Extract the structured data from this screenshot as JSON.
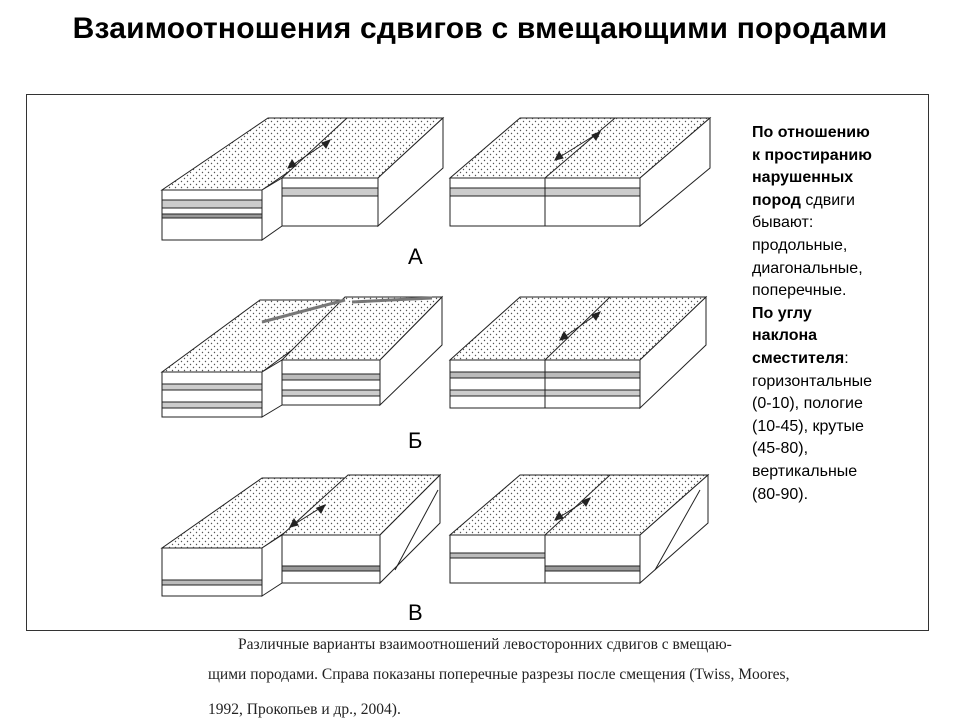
{
  "title": "Взаимоотношения сдвигов с вмещающими породами",
  "side": {
    "l1": "По отношению",
    "l2": "к простиранию",
    "l3": "нарушенных",
    "l4a": "пород",
    "l4b": " сдвиги",
    "l5": "бывают:",
    "l6": "продольные,",
    "l7": "диагональные,",
    "l8": "поперечные.",
    "l9": "По углу",
    "l10": "наклона",
    "l11a": "сместителя",
    "l11b": ":",
    "l12": "горизонтальные",
    "l13": "(0-10), пологие",
    "l14": "(10-45), крутые",
    "l15": "(45-80),",
    "l16": "вертикальные",
    "l17": "(80-90)."
  },
  "labels": {
    "a": "А",
    "b": "Б",
    "c": "В"
  },
  "caption": {
    "line1": "Различные варианты взаимоотношений левосторонних сдвигов с вмещаю-",
    "line2": "щими породами. Справа показаны поперечные разрезы после смещения (Twiss, Moores,",
    "line3": "1992, Прокопьев и др., 2004)."
  }
}
